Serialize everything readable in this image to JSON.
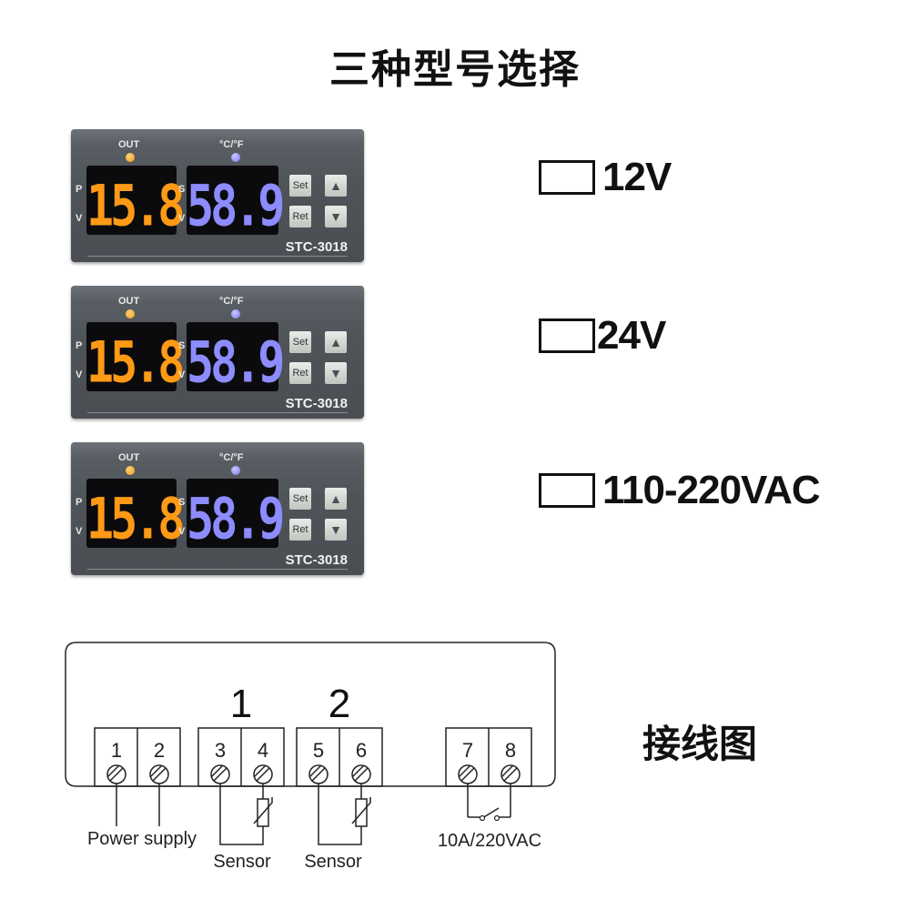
{
  "title": "三种型号选择",
  "controllers": [
    {
      "out_label": "OUT",
      "unit_label": "°C/°F",
      "pv_left": "P",
      "pv_right": "V",
      "sv_left": "S",
      "sv_right": "V",
      "pv_value": "15.8",
      "sv_value": "58.9",
      "set_label": "Set",
      "ret_label": "Ret",
      "model": "STC-3018"
    },
    {
      "out_label": "OUT",
      "unit_label": "°C/°F",
      "pv_left": "P",
      "pv_right": "V",
      "sv_left": "S",
      "sv_right": "V",
      "pv_value": "15.8",
      "sv_value": "58.9",
      "set_label": "Set",
      "ret_label": "Ret",
      "model": "STC-3018"
    },
    {
      "out_label": "OUT",
      "unit_label": "°C/°F",
      "pv_left": "P",
      "pv_right": "V",
      "sv_left": "S",
      "sv_right": "V",
      "pv_value": "15.8",
      "sv_value": "58.9",
      "set_label": "Set",
      "ret_label": "Ret",
      "model": "STC-3018"
    }
  ],
  "options": [
    {
      "label": "12V"
    },
    {
      "label": "24V"
    },
    {
      "label": "110-220VAC"
    }
  ],
  "wiring": {
    "title": "接线图",
    "group1": "1",
    "group2": "2",
    "terminals": [
      "1",
      "2",
      "3",
      "4",
      "5",
      "6",
      "7",
      "8"
    ],
    "power_label": "Power supply",
    "sensor1_label": "Sensor",
    "sensor2_label": "Sensor",
    "relay_label": "10A/220VAC"
  },
  "colors": {
    "pv_digits": "#ff9a16",
    "sv_digits": "#8d8cff",
    "out_led": "#f39a12",
    "unit_led": "#7a78f0",
    "panel": "#50555a"
  }
}
